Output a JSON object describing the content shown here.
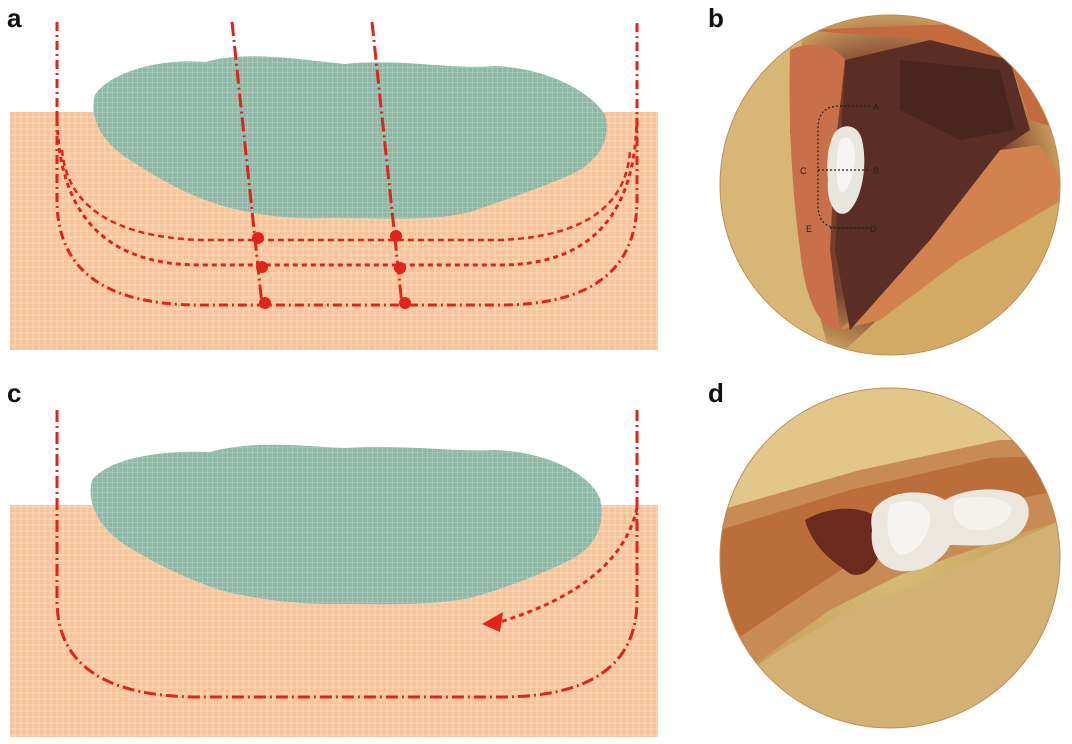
{
  "panels": {
    "a": {
      "label": "a"
    },
    "b": {
      "label": "b",
      "markers": [
        "A",
        "B",
        "C",
        "D",
        "E"
      ]
    },
    "c": {
      "label": "c"
    },
    "d": {
      "label": "d"
    }
  },
  "colors": {
    "tissue": "#f6c49a",
    "tumor": "#8fb8a6",
    "incision": "#e2231a"
  }
}
